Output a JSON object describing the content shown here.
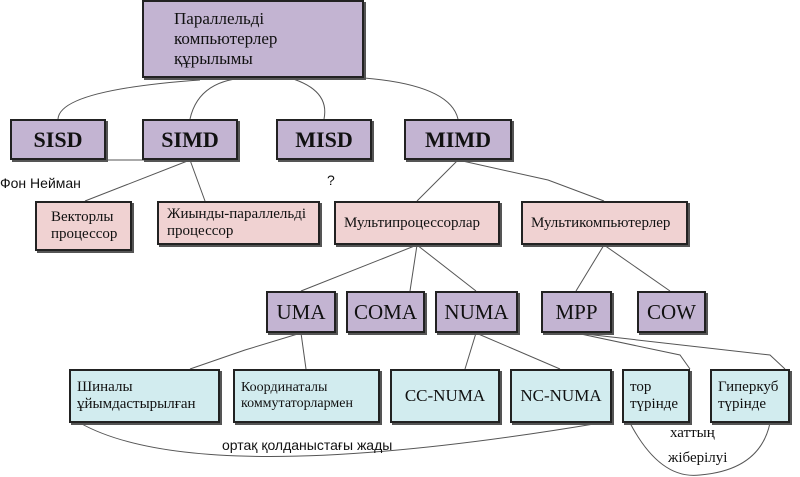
{
  "root": "Параллельді  компьютерлер құрылымы",
  "level1": [
    "SISD",
    "SIMD",
    "MISD",
    "MIMD"
  ],
  "labels": {
    "von_neumann": "Фон Нейман",
    "question": "?",
    "shared_memory": "ортақ  қолданыстағы жады",
    "msg1": "хаттың",
    "msg2": "жіберілуі"
  },
  "level2": [
    "Векторлы процессор",
    "Жиынды-параллельді процессор",
    "Мультипроцессорлар",
    "Мультикомпьютерлер"
  ],
  "level3": [
    "UMA",
    "COMA",
    "NUMA",
    "MPP",
    "COW"
  ],
  "level4": [
    "Шиналы ұйымдастырылған",
    "Координаталы коммутаторлармен",
    "CC-NUMA",
    "NC-NUMA",
    "тор түрінде",
    "Гиперкуб түрінде"
  ]
}
